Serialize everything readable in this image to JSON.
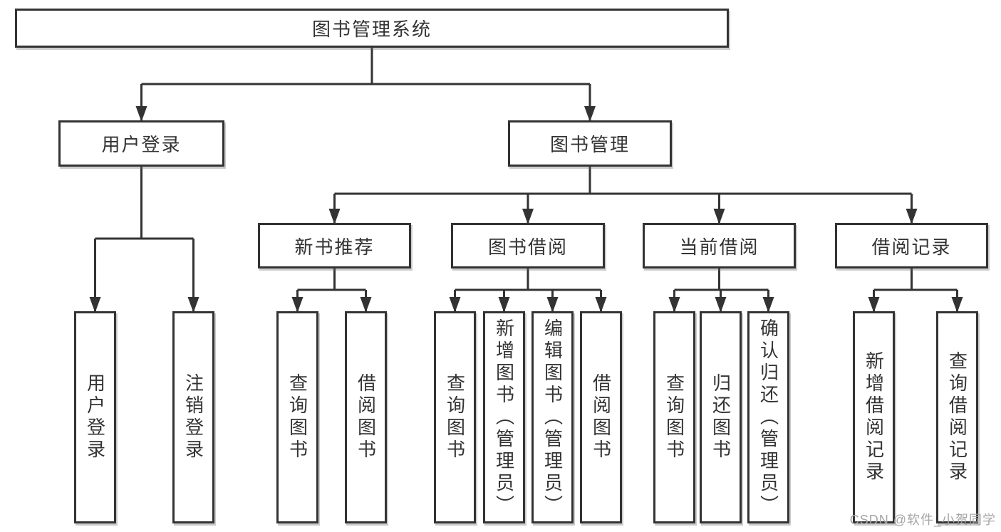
{
  "diagram": {
    "root": {
      "label": "图书管理系统"
    },
    "branches": [
      {
        "label": "用户登录",
        "leaves": [
          {
            "label": "用户登录"
          },
          {
            "label": "注销登录"
          }
        ]
      },
      {
        "label": "图书管理",
        "groups": [
          {
            "label": "新书推荐",
            "leaves": [
              {
                "label": "查询图书"
              },
              {
                "label": "借阅图书"
              }
            ]
          },
          {
            "label": "图书借阅",
            "leaves": [
              {
                "label": "查询图书"
              },
              {
                "label": "新增图书（管理员）"
              },
              {
                "label": "编辑图书（管理员）"
              },
              {
                "label": "借阅图书"
              }
            ]
          },
          {
            "label": "当前借阅",
            "leaves": [
              {
                "label": "查询图书"
              },
              {
                "label": "归还图书"
              },
              {
                "label": "确认归还（管理员）"
              }
            ]
          },
          {
            "label": "借阅记录",
            "leaves": [
              {
                "label": "新增借阅记录"
              },
              {
                "label": "查询借阅记录"
              }
            ]
          }
        ]
      }
    ]
  },
  "watermark": {
    "text": "CSDN @软件_小贺同学"
  },
  "colors": {
    "line": "#333333",
    "box_border": "#333333",
    "text": "#333333",
    "watermark": "#a6a6a6",
    "background": "#ffffff"
  }
}
